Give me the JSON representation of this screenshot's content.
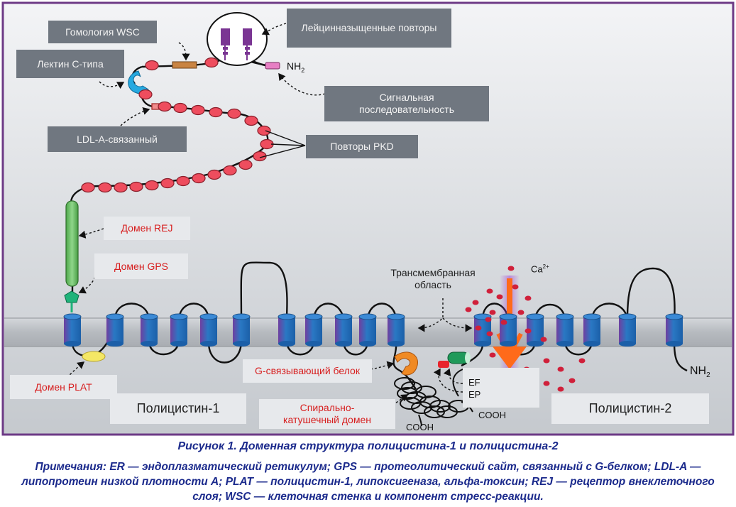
{
  "labels": {
    "wsc_homology": "Гомология WSC",
    "leucine_repeats": "Лейцинназыщенные повторы",
    "ctype_lectin": "Лектин С-типа",
    "signal_sequence": "Сигнальная последовательность",
    "ldla_linked": "LDL-A-связанный",
    "pkd_repeats": "Повторы PKD",
    "rej_domain": "Домен REJ",
    "gps_domain": "Домен GPS",
    "transmembrane_region": "Трансмембранная область",
    "plat_domain": "Домен PLAT",
    "g_protein": "G-связывающий белок",
    "coiled_coil": "Спирально-катушечный домен",
    "polycystin1": "Полицистин-1",
    "polycystin2": "Полицистин-2",
    "nh2_top": "NH",
    "nh2_bottom": "NH",
    "sub2": "2",
    "cooh_left": "COOH",
    "cooh_right": "COOH",
    "ef": "EF",
    "ep": "EP",
    "ca": "Ca",
    "ca_sup": "2+"
  },
  "caption": {
    "title": "Рисунок 1. Доменная структура полицистина-1 и полицистина-2",
    "notes": "Примечания: ER — эндоплазматический ретикулум; GPS — протеолитический сайт, связанный с G-белком; LDL-A — липопротеин низкой плотности A; PLAT — полицистин-1, липоксигеназа, альфа-токсин; REJ — рецептор внеклеточного слоя; WSC — клеточная стенка и компонент стресс-реакции."
  },
  "colors": {
    "background_top": "#eef0f2",
    "background_bottom": "#c9cdd2",
    "frame": "#6d3a86",
    "membrane": "#b4b8bd",
    "helix": "#1f6fb8",
    "pkd_bead": "#ee4d5e",
    "calcium_ion": "#d0203a",
    "caption": "#1b2a8c",
    "red_label": "#d71e1e"
  }
}
